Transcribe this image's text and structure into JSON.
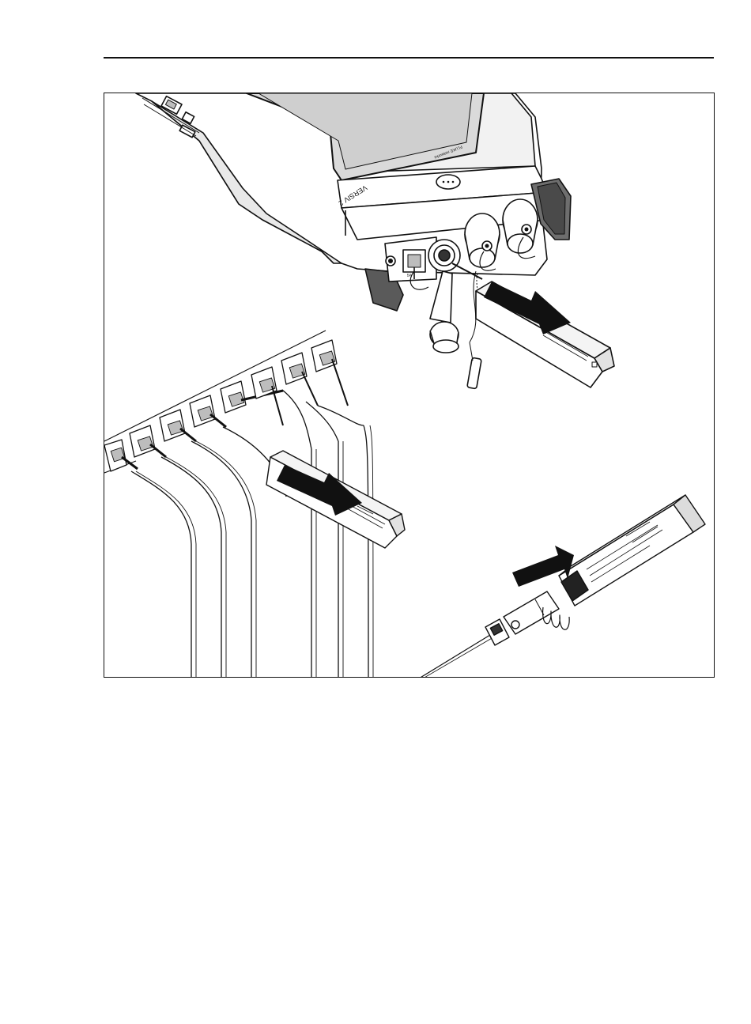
{
  "page": {
    "header_rule": true
  },
  "figure": {
    "device_brand_text": "VERSIV 2",
    "device_maker_text": "FLUKE networks",
    "port_label": "5A"
  },
  "colors": {
    "ink": "#111111",
    "paper": "#ffffff",
    "screen_gray": "#dadada",
    "shade": "#bdbdbd"
  }
}
